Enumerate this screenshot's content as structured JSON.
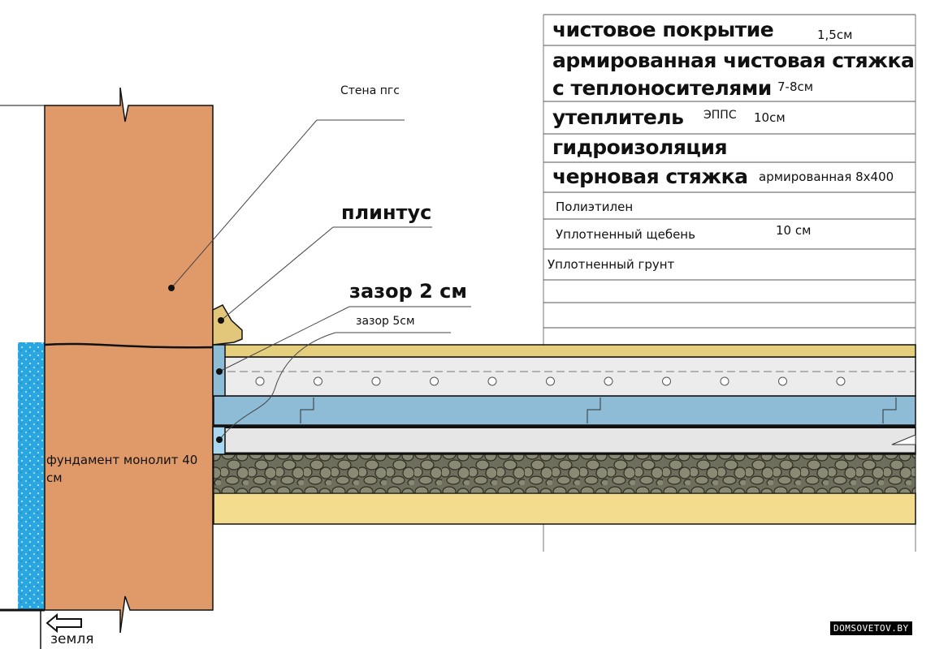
{
  "legend": {
    "finish_coating": "чистовое покрытие",
    "finish_coating_value": "1,5см",
    "screed_line1": "армированная чистовая стяжка",
    "screed_line2": "с теплоносителями",
    "screed_value": "7-8см",
    "insulation": "утеплитель",
    "insulation_type": "ЭППС",
    "insulation_value": "10см",
    "waterproofing": "гидроизоляция",
    "rough_screed": "черновая стяжка",
    "rough_screed_note": "армированная 8х400",
    "polyethylene": "Полиэтилен",
    "gravel": "Уплотненный щебень",
    "gravel_value": "10 см",
    "soil": "Уплотненный грунт"
  },
  "callouts": {
    "wall": "Стена пгс",
    "plinth": "плинтус",
    "gap_2cm": "зазор 2 см",
    "gap_5cm": "зазор 5см",
    "foundation": "фундамент монолит 40 см",
    "ground": "земля"
  },
  "watermark": "DOMSOVETOV.BY",
  "colors": {
    "wall": "#e29a6a",
    "waterproof_blue": "#29a8e0",
    "insulation_blue": "#8fbcd6",
    "screed_grey": "#e4e4e4",
    "finish_tan": "#e6cf7e",
    "sand": "#f4dc8e",
    "gravel": "#6b6b57"
  }
}
